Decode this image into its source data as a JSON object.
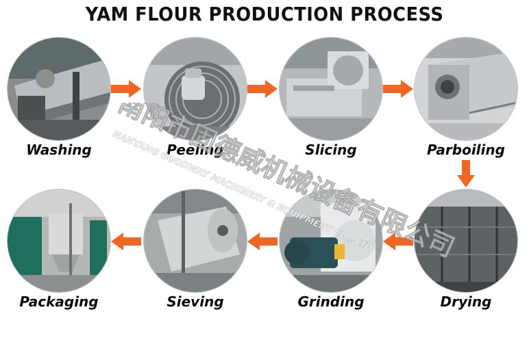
{
  "title": "YAM FLOUR PRODUCTION PROCESS",
  "accent_color": "#f26522",
  "steps": [
    {
      "label": "Washing"
    },
    {
      "label": "Peeling"
    },
    {
      "label": "Slicing"
    },
    {
      "label": "Parboiling"
    },
    {
      "label": "Drying"
    },
    {
      "label": "Grinding"
    },
    {
      "label": "Sieving"
    },
    {
      "label": "Packaging"
    }
  ],
  "watermark": {
    "line1": "南阳市固德威机械设备有限公司",
    "line2": "NANYANG GOODWAY MACHINERY & EQUIPMENT CO., LTD"
  }
}
